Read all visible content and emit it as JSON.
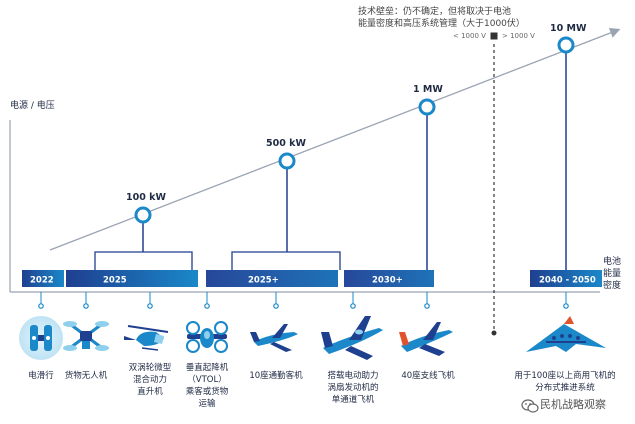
{
  "axis": {
    "y_label": "电源 / 电压",
    "x_label": [
      "电池",
      "能量",
      "密度"
    ]
  },
  "barrier": {
    "text_lines": [
      "技术壁垒：仍不确定，但将取决于电池",
      "能量密度和高压系统管理（大于1000伏）"
    ],
    "left_label": "< 1000 V",
    "right_label": "> 1000 V"
  },
  "power_levels": [
    {
      "label": "100 kW"
    },
    {
      "label": "500 kW"
    },
    {
      "label": "1 MW"
    },
    {
      "label": "10 MW"
    }
  ],
  "timeline": [
    {
      "label": "2022"
    },
    {
      "label": "2025"
    },
    {
      "label": "2025+"
    },
    {
      "label": "2030+"
    },
    {
      "label": "2040 - 2050"
    }
  ],
  "applications": [
    {
      "name": "电滑行",
      "lines": [
        "电滑行"
      ],
      "icon": "electric-taxi-wheel-icon"
    },
    {
      "name": "货物无人机",
      "lines": [
        "货物无人机"
      ],
      "icon": "cargo-drone-icon"
    },
    {
      "name": "双涡轮微型混合动力直升机",
      "lines": [
        "双涡轮微型",
        "混合动力",
        "直升机"
      ],
      "icon": "hybrid-helicopter-icon"
    },
    {
      "name": "垂直起降机",
      "lines": [
        "垂直起降机",
        "（VTOL）",
        "乘客或货物",
        "运输"
      ],
      "icon": "vtol-aircraft-icon"
    },
    {
      "name": "10座通勤客机",
      "lines": [
        "10座通勤客机"
      ],
      "icon": "commuter-plane-icon"
    },
    {
      "name": "搭载电动助力涡扇发动机的单通道飞机",
      "lines": [
        "搭载电动助力",
        "涡扇发动机的",
        "单通道飞机"
      ],
      "icon": "single-aisle-jet-icon"
    },
    {
      "name": "40座支线飞机",
      "lines": [
        "40座支线飞机"
      ],
      "icon": "regional-plane-icon"
    },
    {
      "name": "用于100座以上商用飞机的分布式推进系统",
      "lines": [
        "用于100座以上商用飞机的",
        "分布式推进系统"
      ],
      "icon": "blended-wing-aircraft-icon"
    }
  ],
  "watermark": {
    "text": "民机战略观察",
    "icon": "wechat-icon"
  },
  "colors": {
    "dark_blue": "#1f3f8f",
    "accent_blue": "#1a88c9",
    "light_blue": "#a8d8f0",
    "axis_gray": "#9aa3b2"
  }
}
